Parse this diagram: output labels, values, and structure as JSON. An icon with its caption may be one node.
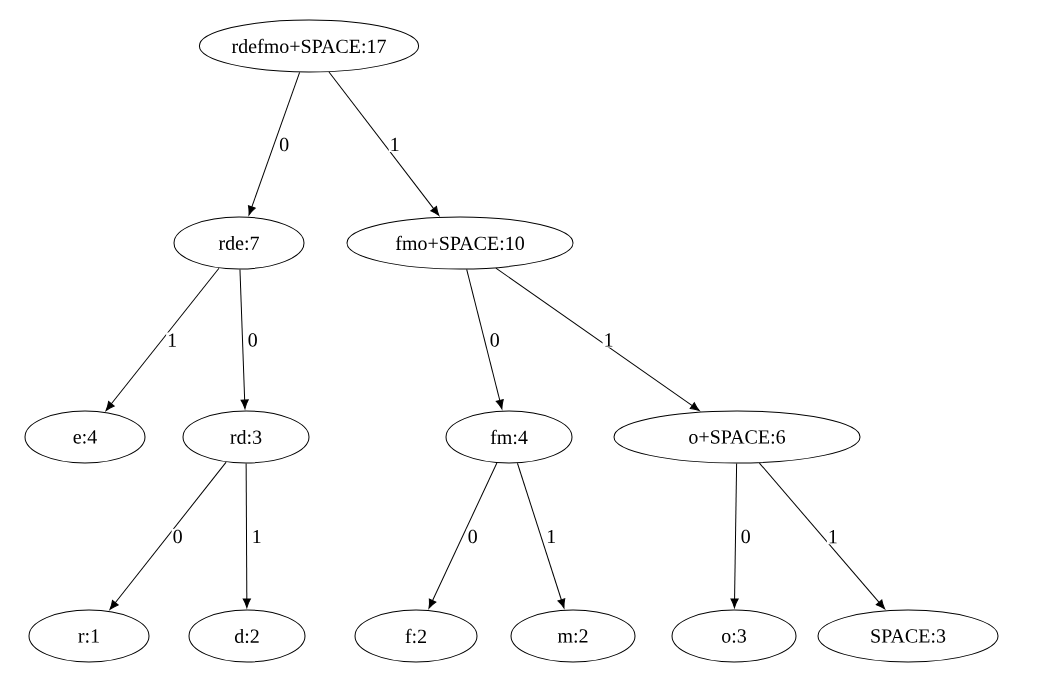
{
  "diagram": {
    "nodes": [
      {
        "text": [
          "rdefmo+SPACE:17"
        ]
      },
      {
        "text": [
          "rde:7"
        ]
      },
      {
        "text": [
          "fmo+SPACE:10"
        ]
      },
      {
        "text": [
          "e:4"
        ]
      },
      {
        "text": [
          "rd:3"
        ]
      },
      {
        "text": [
          "fm:4"
        ]
      },
      {
        "text": [
          "o+SPACE:6"
        ]
      },
      {
        "text": [
          "r:1"
        ]
      },
      {
        "text": [
          "d:2"
        ]
      },
      {
        "text": [
          "f:2"
        ]
      },
      {
        "text": [
          "m:2"
        ]
      },
      {
        "text": [
          "o:3"
        ]
      },
      {
        "text": [
          "SPACE:3"
        ]
      }
    ],
    "edges": [
      {
        "from": 0,
        "to": 1,
        "arrow": "to",
        "label": "0"
      },
      {
        "from": 0,
        "to": 2,
        "arrow": "to",
        "label": "1"
      },
      {
        "from": 1,
        "to": 3,
        "arrow": "to",
        "label": "1"
      },
      {
        "from": 1,
        "to": 4,
        "arrow": "to",
        "label": "0"
      },
      {
        "from": 2,
        "to": 5,
        "arrow": "to",
        "label": "0"
      },
      {
        "from": 2,
        "to": 6,
        "arrow": "to",
        "label": "1"
      },
      {
        "from": 4,
        "to": 7,
        "arrow": "to",
        "label": "0"
      },
      {
        "from": 4,
        "to": 8,
        "arrow": "to",
        "label": "1"
      },
      {
        "from": 5,
        "to": 9,
        "arrow": "to",
        "label": "0"
      },
      {
        "from": 5,
        "to": 10,
        "arrow": "to",
        "label": "1"
      },
      {
        "from": 6,
        "to": 11,
        "arrow": "to",
        "label": "0"
      },
      {
        "from": 6,
        "to": 12,
        "arrow": "to",
        "label": "1"
      }
    ]
  }
}
